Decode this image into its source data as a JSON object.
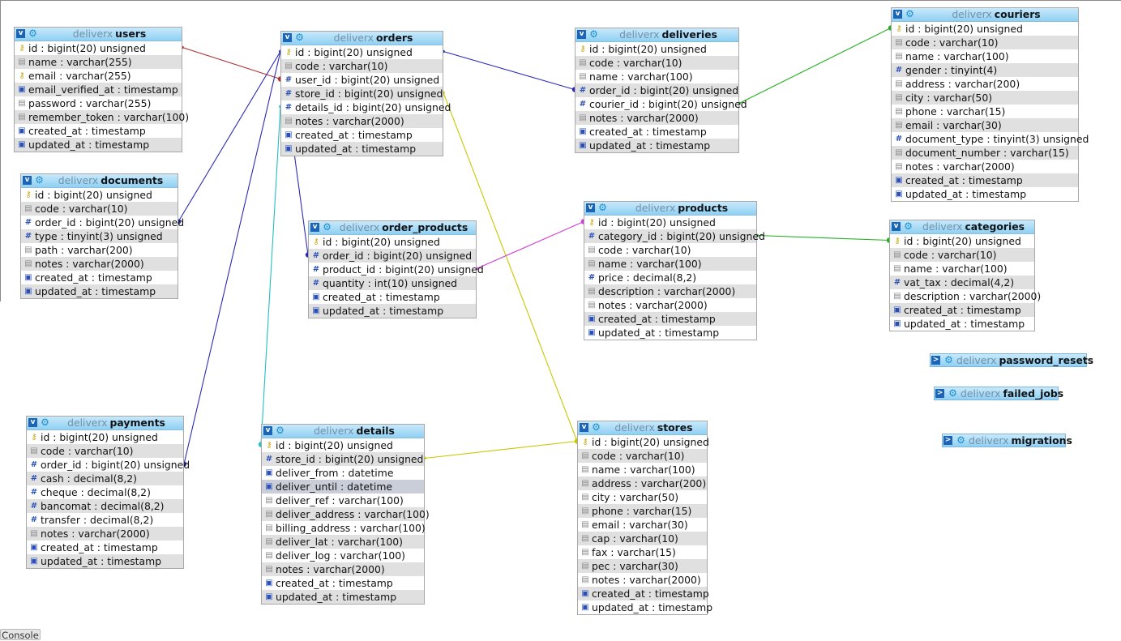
{
  "database": "deliverx",
  "colors": {
    "header_top": "#c9e9fb",
    "header_bottom": "#8fd0f3",
    "row_alt": "#e0e0e0",
    "rel_users_orders": "#b03030",
    "rel_blue": "#2b2bb8",
    "rel_green": "#22b022",
    "rel_yellow": "#c8c800",
    "rel_cyan": "#20c0c0",
    "rel_magenta": "#d040d0"
  },
  "tables": [
    {
      "id": "users",
      "name": "users",
      "rows": [
        {
          "icon": "key",
          "text": "id : bigint(20) unsigned"
        },
        {
          "icon": "str",
          "text": "name : varchar(255)"
        },
        {
          "icon": "key",
          "text": "email : varchar(255)"
        },
        {
          "icon": "time",
          "text": "email_verified_at : timestamp"
        },
        {
          "icon": "str",
          "text": "password : varchar(255)"
        },
        {
          "icon": "str",
          "text": "remember_token : varchar(100)"
        },
        {
          "icon": "time",
          "text": "created_at : timestamp"
        },
        {
          "icon": "time",
          "text": "updated_at : timestamp"
        }
      ]
    },
    {
      "id": "documents",
      "name": "documents",
      "rows": [
        {
          "icon": "key",
          "text": "id : bigint(20) unsigned"
        },
        {
          "icon": "str",
          "text": "code : varchar(10)"
        },
        {
          "icon": "num",
          "text": "order_id : bigint(20) unsigned"
        },
        {
          "icon": "num",
          "text": "type : tinyint(3) unsigned"
        },
        {
          "icon": "str",
          "text": "path : varchar(200)"
        },
        {
          "icon": "str",
          "text": "notes : varchar(2000)"
        },
        {
          "icon": "time",
          "text": "created_at : timestamp"
        },
        {
          "icon": "time",
          "text": "updated_at : timestamp"
        }
      ]
    },
    {
      "id": "payments",
      "name": "payments",
      "rows": [
        {
          "icon": "key",
          "text": "id : bigint(20) unsigned"
        },
        {
          "icon": "str",
          "text": "code : varchar(10)"
        },
        {
          "icon": "num",
          "text": "order_id : bigint(20) unsigned"
        },
        {
          "icon": "num",
          "text": "cash : decimal(8,2)"
        },
        {
          "icon": "num",
          "text": "cheque : decimal(8,2)"
        },
        {
          "icon": "num",
          "text": "bancomat : decimal(8,2)"
        },
        {
          "icon": "num",
          "text": "transfer : decimal(8,2)"
        },
        {
          "icon": "str",
          "text": "notes : varchar(2000)"
        },
        {
          "icon": "time",
          "text": "created_at : timestamp"
        },
        {
          "icon": "time",
          "text": "updated_at : timestamp"
        }
      ]
    },
    {
      "id": "orders",
      "name": "orders",
      "rows": [
        {
          "icon": "key",
          "text": "id : bigint(20) unsigned"
        },
        {
          "icon": "str",
          "text": "code : varchar(10)"
        },
        {
          "icon": "num",
          "text": "user_id : bigint(20) unsigned"
        },
        {
          "icon": "num",
          "text": "store_id : bigint(20) unsigned"
        },
        {
          "icon": "num",
          "text": "details_id : bigint(20) unsigned"
        },
        {
          "icon": "str",
          "text": "notes : varchar(2000)"
        },
        {
          "icon": "time",
          "text": "created_at : timestamp"
        },
        {
          "icon": "time",
          "text": "updated_at : timestamp"
        }
      ]
    },
    {
      "id": "order_products",
      "name": "order_products",
      "rows": [
        {
          "icon": "key",
          "text": "id : bigint(20) unsigned"
        },
        {
          "icon": "num",
          "text": "order_id : bigint(20) unsigned"
        },
        {
          "icon": "num",
          "text": "product_id : bigint(20) unsigned"
        },
        {
          "icon": "num",
          "text": "quantity : int(10) unsigned"
        },
        {
          "icon": "time",
          "text": "created_at : timestamp"
        },
        {
          "icon": "time",
          "text": "updated_at : timestamp"
        }
      ]
    },
    {
      "id": "details",
      "name": "details",
      "rows": [
        {
          "icon": "key",
          "text": "id : bigint(20) unsigned"
        },
        {
          "icon": "num",
          "text": "store_id : bigint(20) unsigned"
        },
        {
          "icon": "time",
          "text": "deliver_from : datetime"
        },
        {
          "icon": "time",
          "text": "deliver_until : datetime",
          "highlight": true
        },
        {
          "icon": "str",
          "text": "deliver_ref : varchar(100)"
        },
        {
          "icon": "str",
          "text": "deliver_address : varchar(100)"
        },
        {
          "icon": "str",
          "text": "billing_address : varchar(100)"
        },
        {
          "icon": "str",
          "text": "deliver_lat : varchar(100)"
        },
        {
          "icon": "str",
          "text": "deliver_log : varchar(100)"
        },
        {
          "icon": "str",
          "text": "notes : varchar(2000)"
        },
        {
          "icon": "time",
          "text": "created_at : timestamp"
        },
        {
          "icon": "time",
          "text": "updated_at : timestamp"
        }
      ]
    },
    {
      "id": "deliveries",
      "name": "deliveries",
      "rows": [
        {
          "icon": "key",
          "text": "id : bigint(20) unsigned"
        },
        {
          "icon": "str",
          "text": "code : varchar(10)"
        },
        {
          "icon": "str",
          "text": "name : varchar(100)"
        },
        {
          "icon": "num",
          "text": "order_id : bigint(20) unsigned"
        },
        {
          "icon": "num",
          "text": "courier_id : bigint(20) unsigned"
        },
        {
          "icon": "str",
          "text": "notes : varchar(2000)"
        },
        {
          "icon": "time",
          "text": "created_at : timestamp"
        },
        {
          "icon": "time",
          "text": "updated_at : timestamp"
        }
      ]
    },
    {
      "id": "products",
      "name": "products",
      "rows": [
        {
          "icon": "key",
          "text": "id : bigint(20) unsigned"
        },
        {
          "icon": "num",
          "text": "category_id : bigint(20) unsigned"
        },
        {
          "icon": "str",
          "text": "code : varchar(10)"
        },
        {
          "icon": "str",
          "text": "name : varchar(100)"
        },
        {
          "icon": "num",
          "text": "price : decimal(8,2)"
        },
        {
          "icon": "str",
          "text": "description : varchar(2000)"
        },
        {
          "icon": "str",
          "text": "notes : varchar(2000)"
        },
        {
          "icon": "time",
          "text": "created_at : timestamp"
        },
        {
          "icon": "time",
          "text": "updated_at : timestamp"
        }
      ]
    },
    {
      "id": "stores",
      "name": "stores",
      "rows": [
        {
          "icon": "key",
          "text": "id : bigint(20) unsigned"
        },
        {
          "icon": "str",
          "text": "code : varchar(10)"
        },
        {
          "icon": "str",
          "text": "name : varchar(100)"
        },
        {
          "icon": "str",
          "text": "address : varchar(200)"
        },
        {
          "icon": "str",
          "text": "city : varchar(50)"
        },
        {
          "icon": "str",
          "text": "phone : varchar(15)"
        },
        {
          "icon": "str",
          "text": "email : varchar(30)"
        },
        {
          "icon": "str",
          "text": "cap : varchar(10)"
        },
        {
          "icon": "str",
          "text": "fax : varchar(15)"
        },
        {
          "icon": "str",
          "text": "pec : varchar(30)"
        },
        {
          "icon": "str",
          "text": "notes : varchar(2000)"
        },
        {
          "icon": "time",
          "text": "created_at : timestamp"
        },
        {
          "icon": "time",
          "text": "updated_at : timestamp"
        }
      ]
    },
    {
      "id": "couriers",
      "name": "couriers",
      "rows": [
        {
          "icon": "key",
          "text": "id : bigint(20) unsigned"
        },
        {
          "icon": "str",
          "text": "code : varchar(10)"
        },
        {
          "icon": "str",
          "text": "name : varchar(100)"
        },
        {
          "icon": "num",
          "text": "gender : tinyint(4)"
        },
        {
          "icon": "str",
          "text": "address : varchar(200)"
        },
        {
          "icon": "str",
          "text": "city : varchar(50)"
        },
        {
          "icon": "str",
          "text": "phone : varchar(15)"
        },
        {
          "icon": "str",
          "text": "email : varchar(30)"
        },
        {
          "icon": "num",
          "text": "document_type : tinyint(3) unsigned"
        },
        {
          "icon": "str",
          "text": "document_number : varchar(15)"
        },
        {
          "icon": "str",
          "text": "notes : varchar(2000)"
        },
        {
          "icon": "time",
          "text": "created_at : timestamp"
        },
        {
          "icon": "time",
          "text": "updated_at : timestamp"
        }
      ]
    },
    {
      "id": "categories",
      "name": "categories",
      "rows": [
        {
          "icon": "key",
          "text": "id : bigint(20) unsigned"
        },
        {
          "icon": "str",
          "text": "code : varchar(10)"
        },
        {
          "icon": "str",
          "text": "name : varchar(100)"
        },
        {
          "icon": "num",
          "text": "vat_tax : decimal(4,2)"
        },
        {
          "icon": "str",
          "text": "description : varchar(2000)"
        },
        {
          "icon": "time",
          "text": "created_at : timestamp"
        },
        {
          "icon": "time",
          "text": "updated_at : timestamp"
        }
      ]
    }
  ],
  "collapsed_tables": [
    {
      "id": "password_resets",
      "name": "password_resets"
    },
    {
      "id": "failed_jobs",
      "name": "failed_jobs"
    },
    {
      "id": "migrations",
      "name": "migrations"
    }
  ],
  "toggle_glyph_open": "v",
  "toggle_glyph_closed": ">",
  "gear_icon": "gear-icon",
  "console_label": "Console"
}
